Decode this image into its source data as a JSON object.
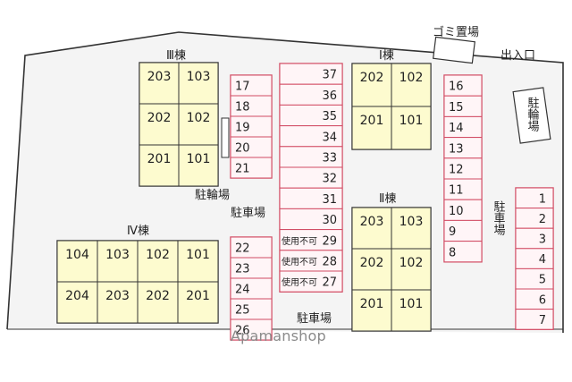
{
  "buildings": [
    {
      "label": "Ⅲ棟",
      "units": [
        "203",
        "103",
        "202",
        "102",
        "201",
        "101"
      ]
    },
    {
      "label": "Ⅰ棟",
      "units": [
        "202",
        "102",
        "201",
        "101"
      ]
    },
    {
      "label": "Ⅱ棟",
      "units": [
        "203",
        "103",
        "202",
        "102",
        "201",
        "101"
      ]
    },
    {
      "label": "Ⅳ棟",
      "units": [
        "104",
        "103",
        "102",
        "101",
        "204",
        "203",
        "202",
        "201"
      ]
    }
  ],
  "parking": {
    "col_a": [
      "17",
      "18",
      "19",
      "20",
      "21"
    ],
    "col_b": [
      "37",
      "36",
      "35",
      "34",
      "33",
      "32",
      "31",
      "30",
      "29",
      "28",
      "27"
    ],
    "col_b_notes": {
      "29": "使用不可",
      "28": "使用不可",
      "27": "使用不可"
    },
    "col_c": [
      "16",
      "15",
      "14",
      "13",
      "12",
      "11",
      "10",
      "9",
      "8"
    ],
    "col_d": [
      "22",
      "23",
      "24",
      "25",
      "26"
    ],
    "col_e": [
      "1",
      "2",
      "3",
      "4",
      "5",
      "6",
      "7"
    ]
  },
  "labels": {
    "garbage": "ゴミ置場",
    "entrance": "出入口",
    "bicycle_right": "駐輪場",
    "bicycle_left": "駐輪場",
    "parking_left": "駐車場",
    "parking_right": "駐車場",
    "parking_bottom": "駐車場"
  },
  "watermark": "Apamanshop"
}
